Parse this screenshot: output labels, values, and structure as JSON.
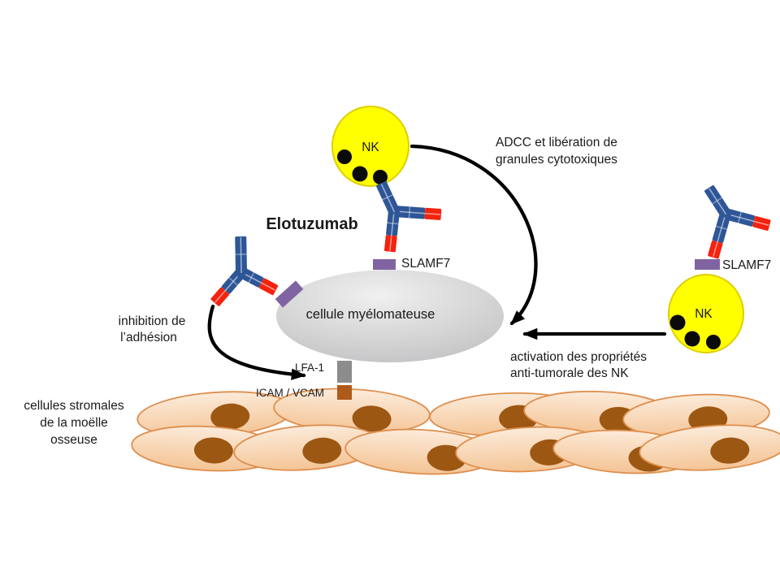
{
  "diagram": {
    "title": "Elotuzumab",
    "labels": {
      "nk_top": "NK",
      "nk_right": "NK",
      "adcc": [
        "ADCC et libération de",
        "granules cytotoxiques"
      ],
      "slamf7_top": "SLAMF7",
      "slamf7_right": "SLAMF7",
      "myeloma_cell": "cellule myélomateuse",
      "inhibition": [
        "inhibition de",
        "l’adhésion"
      ],
      "lfa1": "LFA-1",
      "icam_vcam": "ICAM / VCAM",
      "activation": [
        "activation des propriétés",
        "anti-tumorale des NK"
      ],
      "stromal": [
        "cellules stromales",
        "de la moëlle",
        "osseuse"
      ]
    },
    "colors": {
      "background": "#FFFFFF",
      "text": "#1A1A1A",
      "nk_fill": "#FFFF00",
      "nk_border": "#E0CE00",
      "granule": "#0A0A0A",
      "antibody_blue": "#2E5697",
      "antibody_red": "#F5220D",
      "antibody_seam": "#FFFFFF",
      "slamf7_receptor": "#8064A2",
      "myeloma_top": "#F0F0F0",
      "myeloma_bottom": "#C2C2C4",
      "lfa1_receptor": "#8C8C8C",
      "icam_receptor": "#AE5A1A",
      "stromal_top": "#FCEBDA",
      "stromal_bottom": "#F4C495",
      "stromal_border": "#DE8F4E",
      "nucleus": "#9C5713",
      "arrow": "#000000"
    }
  }
}
